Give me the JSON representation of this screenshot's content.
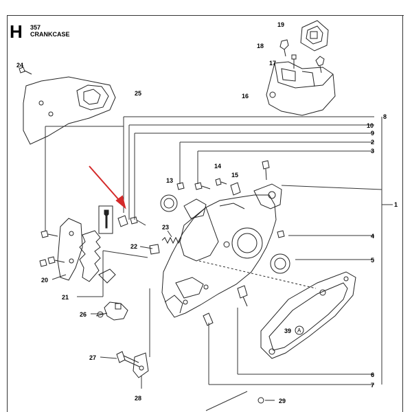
{
  "header": {
    "section_letter": "H",
    "model_number": "357",
    "section_title": "CRANKCASE"
  },
  "part_labels": {
    "p1": "1",
    "p2": "2",
    "p3": "3",
    "p4": "4",
    "p5": "5",
    "p6": "6",
    "p7": "7",
    "p8": "8",
    "p9": "9",
    "p10": "10",
    "p13": "13",
    "p14": "14",
    "p15": "15",
    "p16": "16",
    "p17": "17",
    "p18": "18",
    "p19": "19",
    "p20": "20",
    "p21": "21",
    "p22": "22",
    "p23": "23",
    "p24": "24",
    "p25": "25",
    "p26": "26",
    "p27": "27",
    "p28": "28",
    "p29": "29",
    "p39": "39",
    "marker_a": "A"
  },
  "colors": {
    "line": "#222222",
    "leader": "#333333",
    "pointer_arrow": "#d42a2a"
  }
}
